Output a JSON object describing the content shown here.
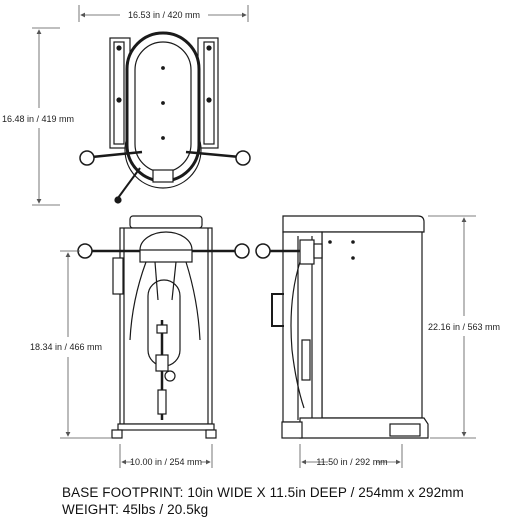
{
  "dimensions": {
    "top_width": "16.53 in / 420 mm",
    "top_depth": "16.48 in / 419 mm",
    "front_height": "18.34 in / 466 mm",
    "front_width": "10.00 in / 254 mm",
    "side_depth": "11.50 in / 292 mm",
    "side_height": "22.16 in / 563 mm"
  },
  "notes": {
    "base_footprint": "BASE FOOTPRINT:  10in WIDE X 11.5in DEEP / 254mm x 292mm",
    "weight": "WEIGHT: 45lbs / 20.5kg"
  },
  "colors": {
    "line": "#1a1a1a",
    "dimension_line": "#555555",
    "background": "#ffffff"
  }
}
